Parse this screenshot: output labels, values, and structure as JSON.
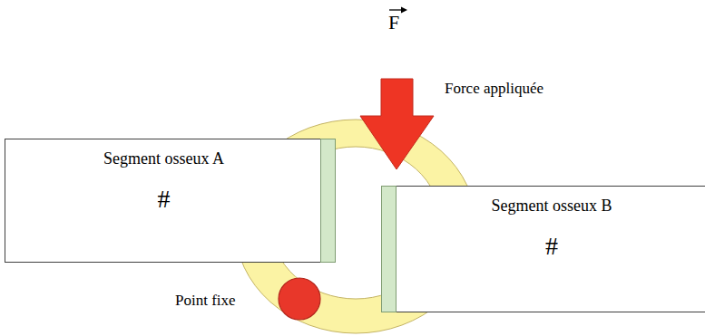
{
  "diagram": {
    "nodes": [
      {
        "text": [
          "Segment osseux A",
          "#"
        ]
      },
      {
        "text": [
          "Segment osseux B",
          "#"
        ]
      }
    ],
    "labels": [
      "F",
      "Force appliquée",
      "Point fixe"
    ]
  }
}
